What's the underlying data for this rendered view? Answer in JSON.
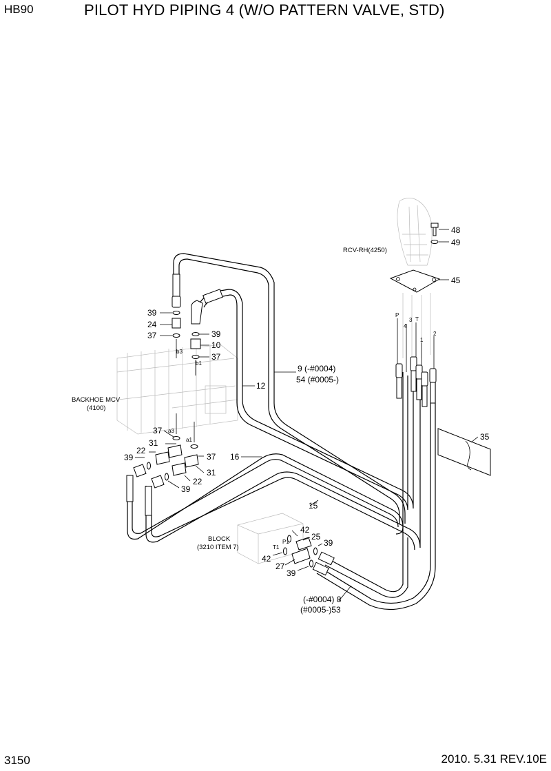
{
  "header": {
    "model": "HB90",
    "title": "PILOT HYD PIPING 4 (W/O PATTERN VALVE, STD)"
  },
  "footer": {
    "page_number": "3150",
    "revision": "2010. 5.31  REV.10E"
  },
  "diagram": {
    "components": {
      "rcv": "RCV-RH(4250)",
      "mcv_name": "BACKHOE MCV",
      "mcv_ref": "(4100)",
      "block_name": "BLOCK",
      "block_ref": "(3210 ITEM 7)"
    },
    "part_labels": {
      "p48": "48",
      "p49": "49",
      "p45": "45",
      "p35": "35",
      "p39a": "39",
      "p24": "24",
      "p37a": "37",
      "p39b": "39",
      "p10": "10",
      "p37b": "37",
      "p12": "12",
      "p9": "9 (-#0004)",
      "p54": "54 (#0005-)",
      "p37c": "37",
      "p31a": "31",
      "p22a": "22",
      "p39c": "39",
      "p37d": "37",
      "p16": "16",
      "p31b": "31",
      "p22b": "22",
      "p39d": "39",
      "p15": "15",
      "p42a": "42",
      "p25": "25",
      "p39e": "39",
      "p42b": "42",
      "p27": "27",
      "p39f": "39",
      "p8": "(-#0004) 8",
      "p53": "(#0005-)53"
    },
    "port_labels": {
      "b3": "b3",
      "b1": "b1",
      "a3": "a3",
      "a1": "a1",
      "p1": "P1",
      "t1": "T1",
      "rcv_p": "P",
      "rcv_t": "T",
      "rcv_1": "1",
      "rcv_2": "2",
      "rcv_3": "3",
      "rcv_4": "4"
    }
  }
}
